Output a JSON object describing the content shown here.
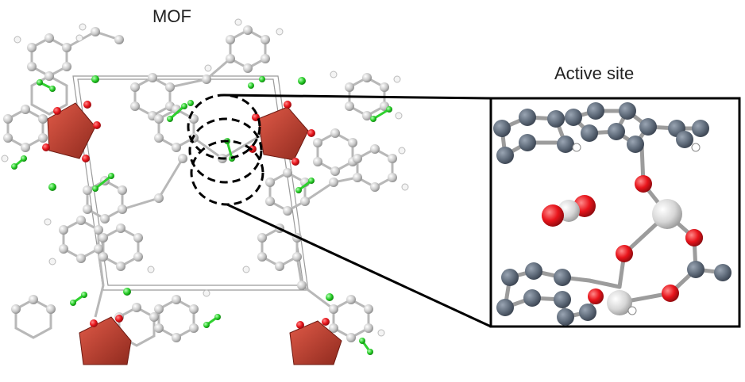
{
  "labels": {
    "mof_title": "MOF",
    "active_site_title": "Active site"
  },
  "colors": {
    "carbon": "#c8c8c8",
    "carbon_dark": "#5f6b7a",
    "oxygen": "#e8141b",
    "metal_node": "#c0392b",
    "chlorine": "#22c922",
    "hydrogen": "#f2f2f2",
    "metal_center": "#cfcfcf",
    "frame": "#000000"
  },
  "icons": [
    "co2-molecule",
    "magnifier-circles"
  ]
}
